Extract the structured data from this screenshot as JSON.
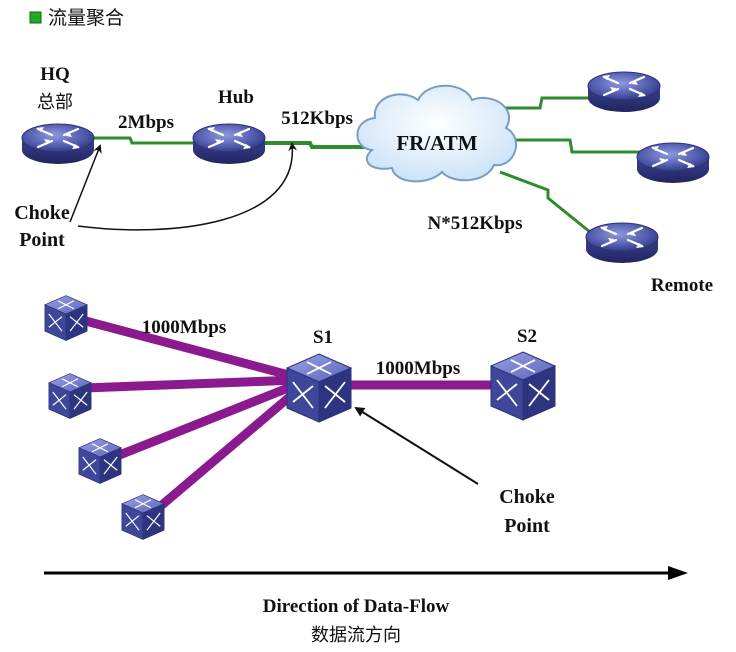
{
  "header": {
    "title": "流量聚合"
  },
  "top": {
    "hq_label": "HQ",
    "hq_sub": "总部",
    "hub_label": "Hub",
    "link1_speed": "2Mbps",
    "link2_speed": "512Kbps",
    "cloud_label": "FR/ATM",
    "remote_speed": "N*512Kbps",
    "remote_label": "Remote",
    "choke_line1": "Choke",
    "choke_line2": "Point"
  },
  "bottom": {
    "s1_label": "S1",
    "s2_label": "S2",
    "access_speed": "1000Mbps",
    "uplink_speed": "1000Mbps",
    "choke_line1": "Choke",
    "choke_line2": "Point"
  },
  "footer": {
    "direction_en": "Direction of Data-Flow",
    "direction_cn": "数据流方向"
  },
  "colors": {
    "wan_link": "#2e8b2e",
    "lan_link": "#8b1a8f",
    "device_blue": "#4a54a6",
    "bullet": "#22aa22"
  }
}
